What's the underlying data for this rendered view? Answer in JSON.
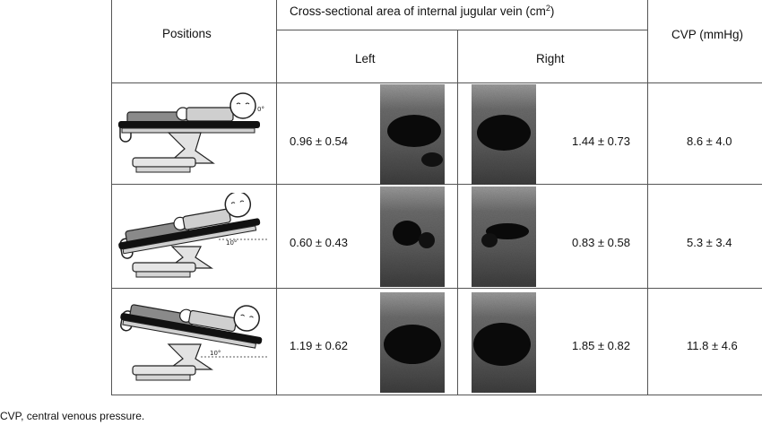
{
  "header": {
    "positions": "Positions",
    "csa_title_before": "Cross-sectional area of internal jugular vein (cm",
    "csa_title_sup": "2",
    "csa_title_after": ")",
    "left": "Left",
    "right": "Right",
    "cvp": "CVP (mmHg)"
  },
  "rows": [
    {
      "tilt": "0°",
      "left": "0.96 ± 0.54",
      "right": "1.44 ± 0.73",
      "cvp": "8.6 ± 4.0"
    },
    {
      "tilt": "10°",
      "left": "0.60 ± 0.43",
      "right": "0.83 ± 0.58",
      "cvp": "5.3 ± 3.4"
    },
    {
      "tilt": "10°",
      "left": "1.19 ± 0.62",
      "right": "1.85 ± 0.82",
      "cvp": "11.8 ± 4.6"
    }
  ],
  "footnote": "CVP, central venous pressure."
}
